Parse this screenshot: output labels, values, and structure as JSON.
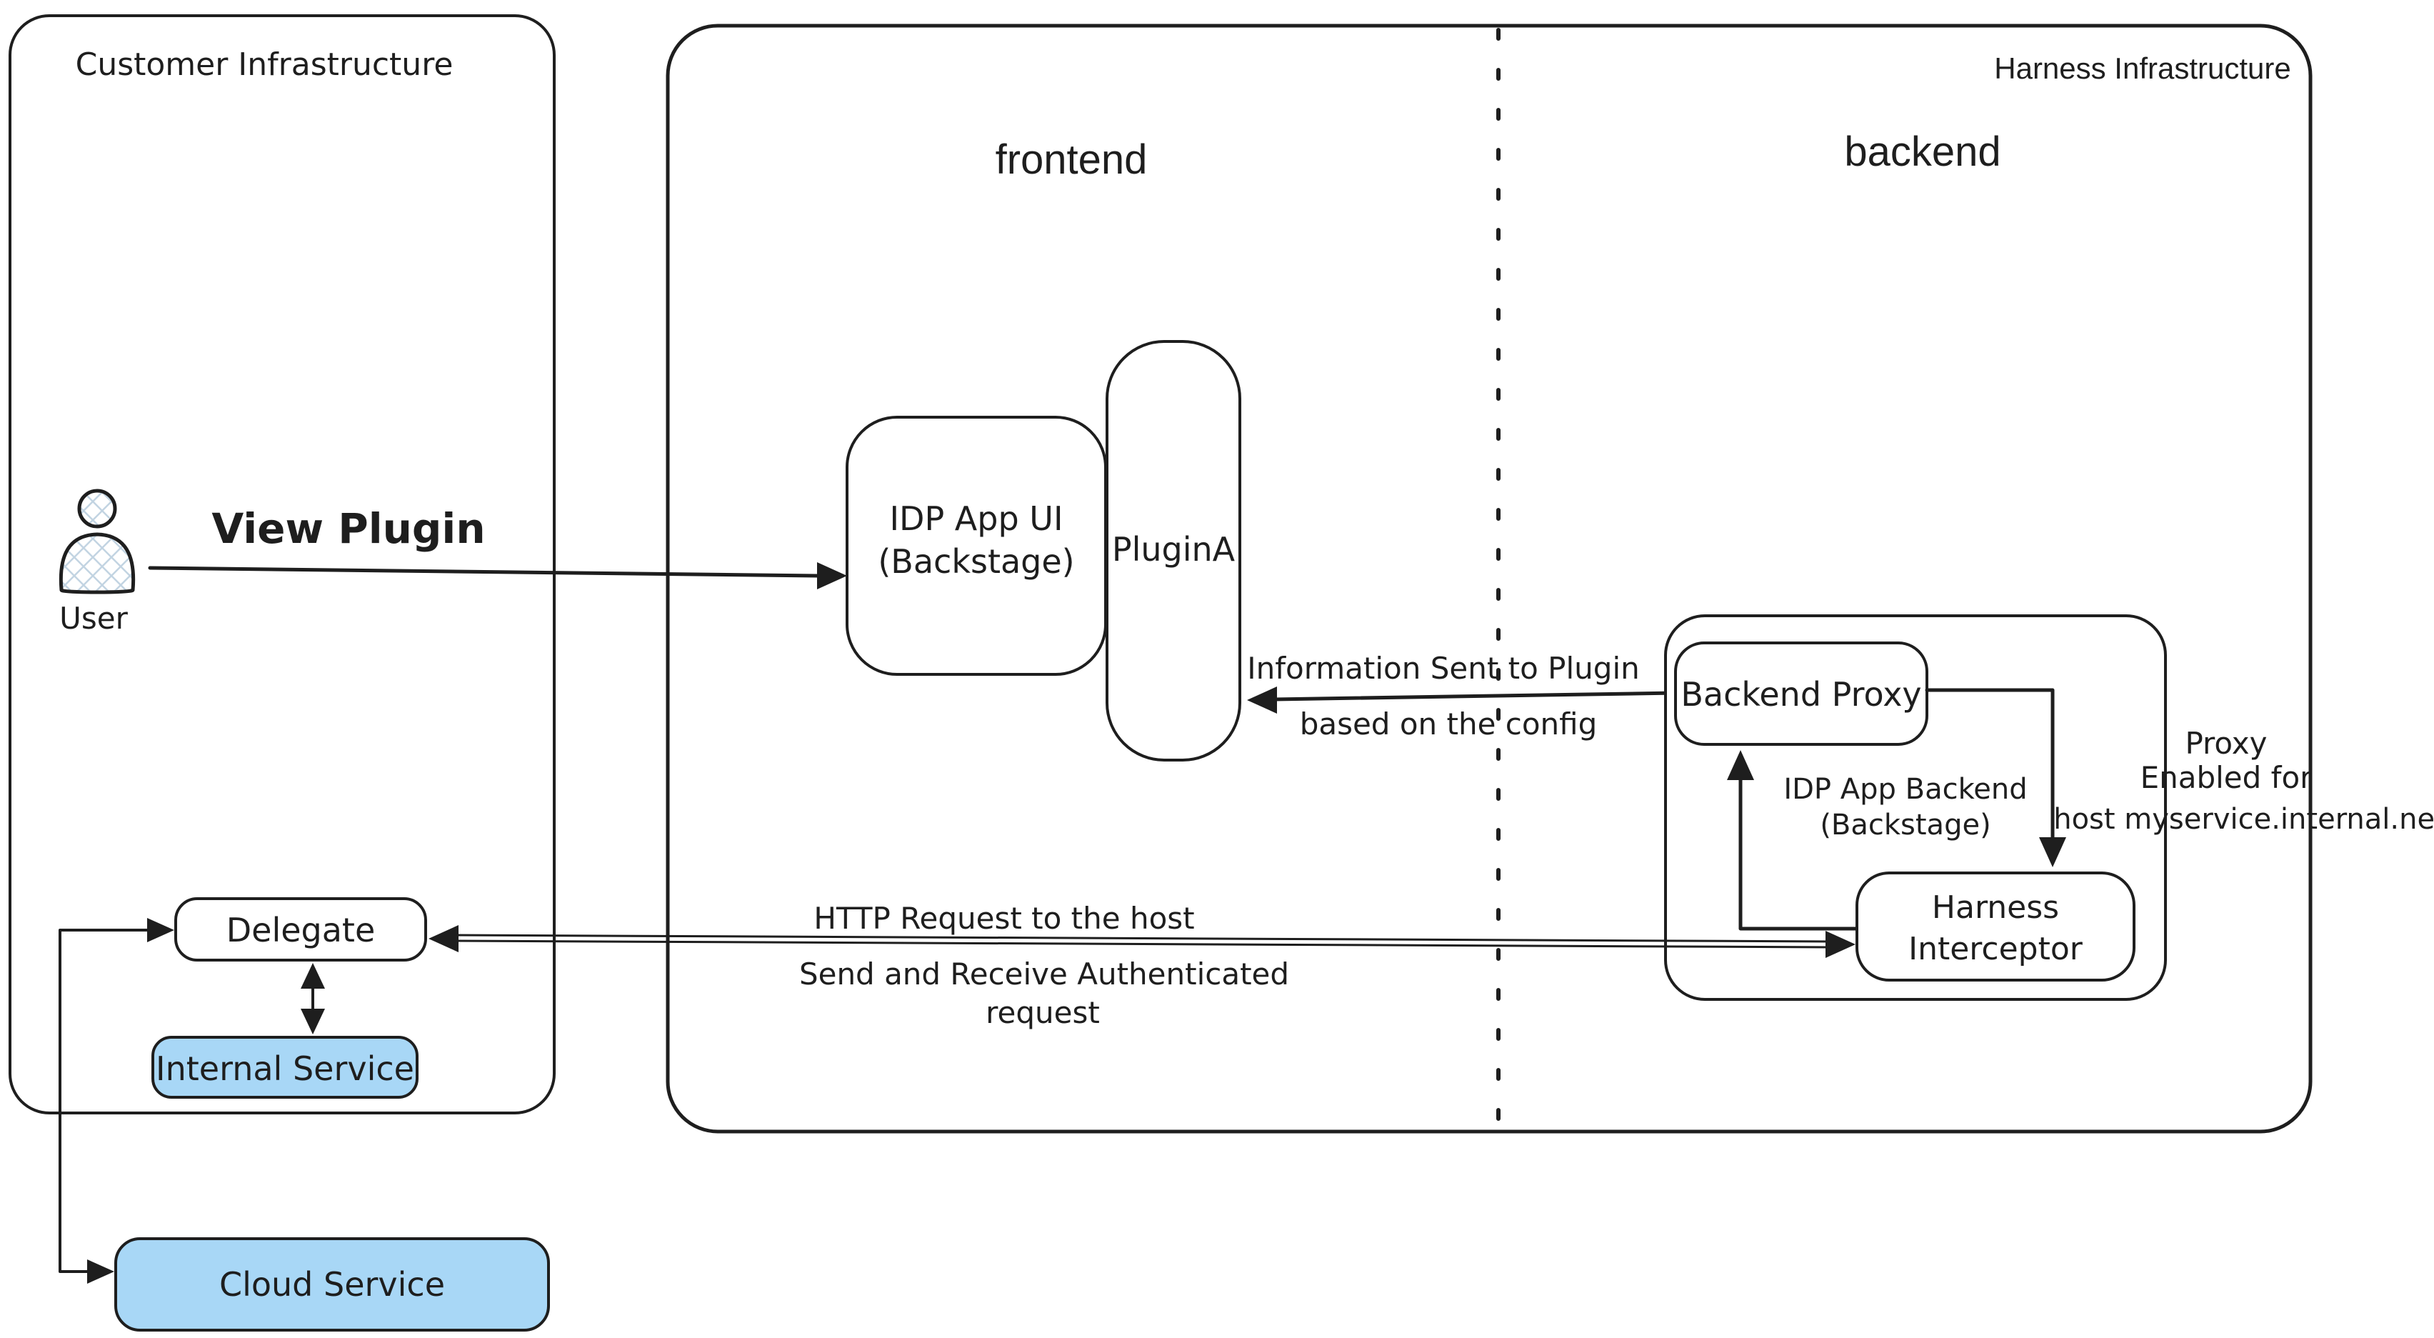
{
  "regions": {
    "customer": {
      "title": "Customer Infrastructure"
    },
    "harness": {
      "title": "Harness Infrastructure"
    },
    "frontend_label": "frontend",
    "backend_label": "backend"
  },
  "nodes": {
    "user": {
      "label": "User"
    },
    "idp_app_ui": {
      "line1": "IDP App UI",
      "line2": "(Backstage)"
    },
    "plugin_a": {
      "label": "PluginA"
    },
    "backend_proxy": {
      "label": "Backend Proxy"
    },
    "idp_app_backend": {
      "line1": "IDP App Backend",
      "line2": "(Backstage)"
    },
    "harness_interceptor": {
      "line1": "Harness",
      "line2": "Interceptor"
    },
    "delegate": {
      "label": "Delegate"
    },
    "internal_service": {
      "label": "Internal Service"
    },
    "cloud_service": {
      "label": "Cloud Service"
    }
  },
  "edges": {
    "view_plugin": {
      "label": "View Plugin"
    },
    "info_sent": {
      "line1": "Information Sent to Plugin",
      "line2": "based on the config"
    },
    "http_request": {
      "line1": "HTTP Request to the host",
      "line2": "Send and Receive Authenticated",
      "line3": "request"
    },
    "proxy_note": {
      "line1": "Proxy",
      "line2": "Enabled for",
      "line3": "host myservice.internal.net"
    }
  },
  "colors": {
    "stroke": "#1e1e1e",
    "service_fill": "#a8d7f6",
    "hatch": "#c2d4e2"
  }
}
